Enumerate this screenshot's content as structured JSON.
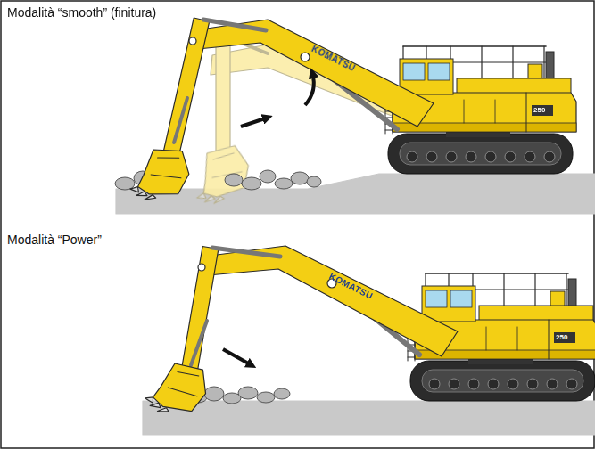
{
  "diagram": {
    "labels": [
      "Modalità “smooth” (finitura)",
      "KOMATSU",
      "250",
      "Modalità “Power”",
      "KOMATSU",
      "250"
    ]
  }
}
